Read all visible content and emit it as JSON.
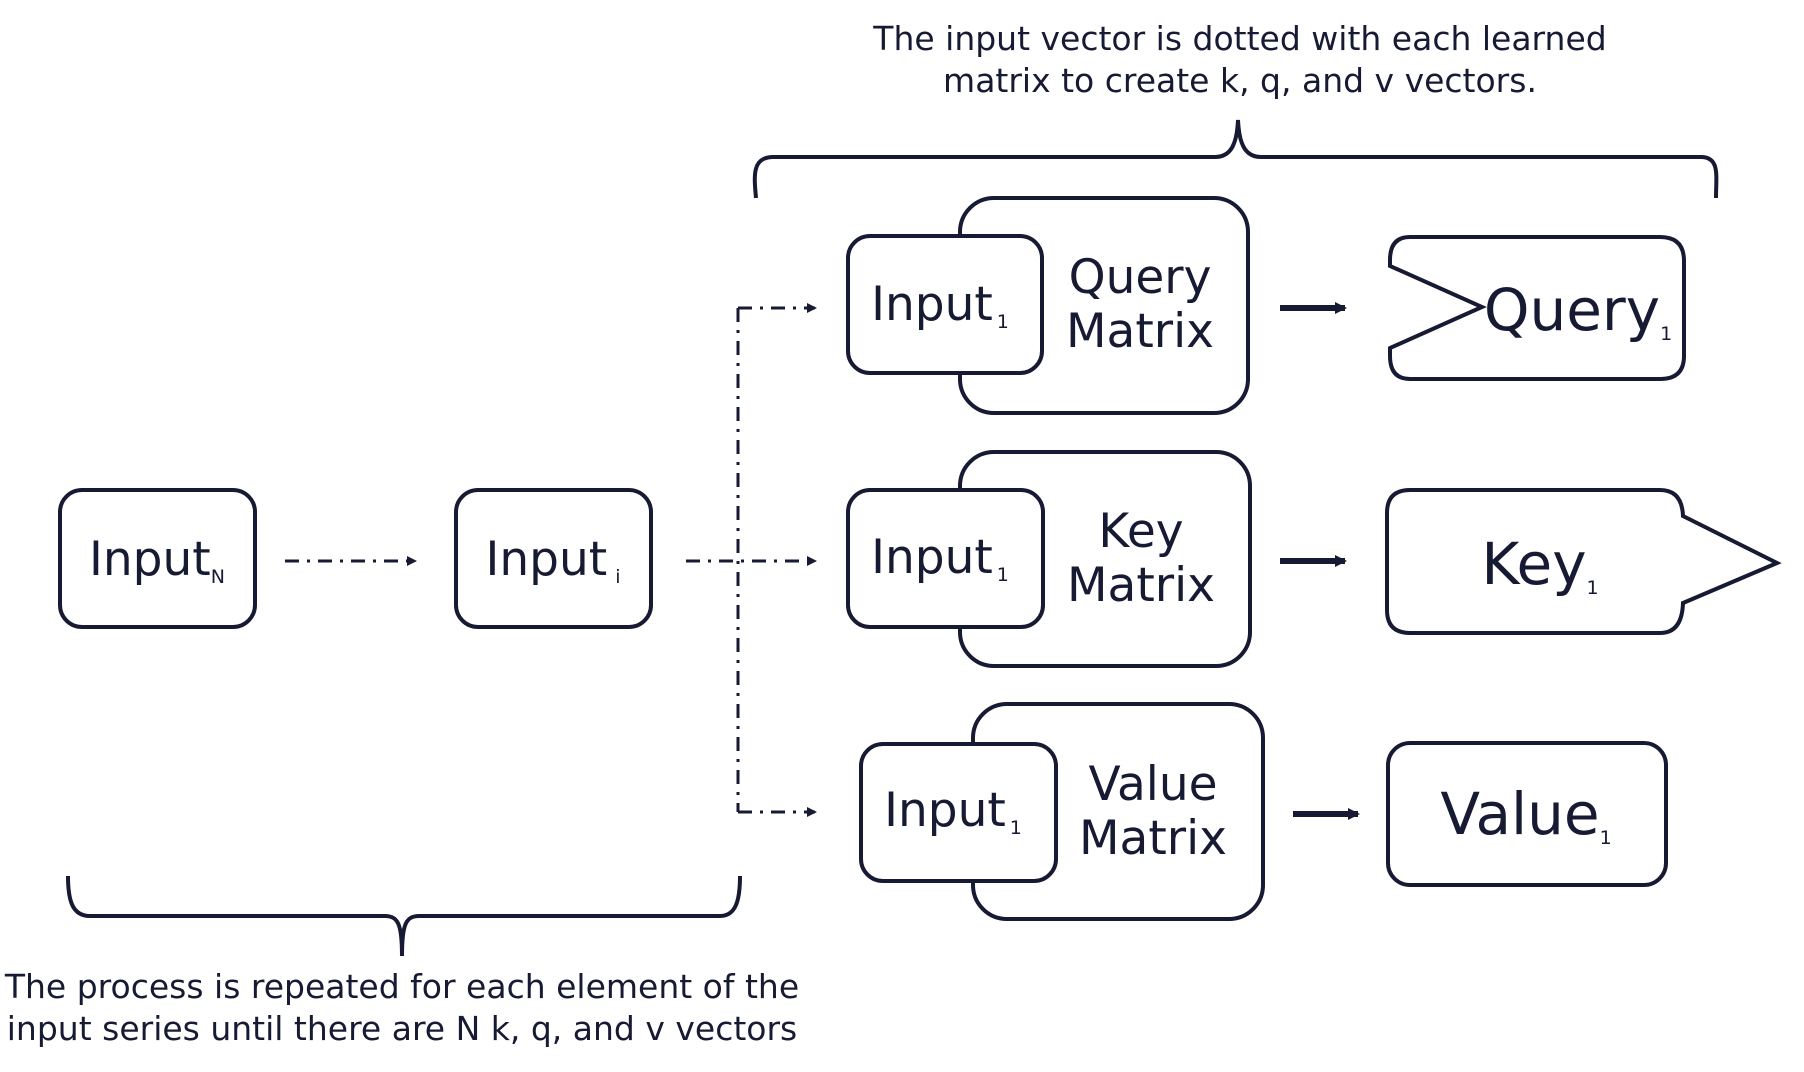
{
  "top_note": {
    "line1": "The input vector is dotted with each learned",
    "line2": "matrix to create k, q, and v vectors."
  },
  "bottom_note": {
    "line1": "The process is repeated for each element of the",
    "line2": "input series until there are N k, q, and v vectors"
  },
  "chain": {
    "input_n": {
      "base": "Input",
      "sub": "N"
    },
    "input_i": {
      "base": "Input",
      "sub": "i"
    }
  },
  "rows": [
    {
      "input": {
        "base": "Input",
        "sub": "1"
      },
      "matrix": {
        "line1": "Query",
        "line2": "Matrix"
      },
      "output": {
        "base": "Query",
        "sub": "1"
      }
    },
    {
      "input": {
        "base": "Input",
        "sub": "1"
      },
      "matrix": {
        "line1": "Key",
        "line2": "Matrix"
      },
      "output": {
        "base": "Key",
        "sub": "1"
      }
    },
    {
      "input": {
        "base": "Input",
        "sub": "1"
      },
      "matrix": {
        "line1": "Value",
        "line2": "Matrix"
      },
      "output": {
        "base": "Value",
        "sub": "1"
      }
    }
  ],
  "colors": {
    "ink": "#161a33",
    "background": "#ffffff"
  }
}
